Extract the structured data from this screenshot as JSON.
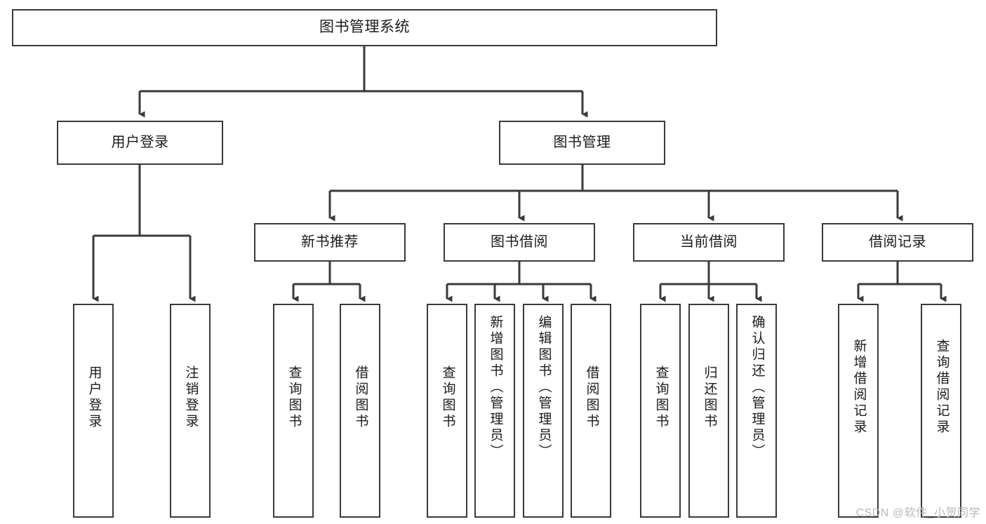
{
  "diagram": {
    "title": "图书管理系统",
    "type": "tree-hierarchy-chart",
    "colors": {
      "box_border": "#3a3a3a",
      "box_fill": "#ffffff",
      "edge": "#3a3a3a",
      "text": "#1b1b1b",
      "watermark": "#b9b9b9",
      "background": "#ffffff"
    }
  },
  "root": {
    "label": "图书管理系统"
  },
  "level2": [
    {
      "label": "用户登录"
    },
    {
      "label": "图书管理"
    }
  ],
  "level3": [
    {
      "label": "新书推荐"
    },
    {
      "label": "图书借阅"
    },
    {
      "label": "当前借阅"
    },
    {
      "label": "借阅记录"
    }
  ],
  "leaves": {
    "user_login": [
      {
        "label": "用户登录"
      },
      {
        "label": "注销登录"
      }
    ],
    "new_book_recommend": [
      {
        "label": "查询图书"
      },
      {
        "label": "借阅图书"
      }
    ],
    "book_borrow": [
      {
        "label": "查询图书"
      },
      {
        "label": "新增图书（管理员）"
      },
      {
        "label": "编辑图书（管理员）"
      },
      {
        "label": "借阅图书"
      }
    ],
    "current_borrow": [
      {
        "label": "查询图书"
      },
      {
        "label": "归还图书"
      },
      {
        "label": "确认归还（管理员）"
      }
    ],
    "borrow_record": [
      {
        "label": "新增借阅记录"
      },
      {
        "label": "查询借阅记录"
      }
    ]
  },
  "watermark": {
    "text": "CSDN @软件_小贺同学"
  }
}
